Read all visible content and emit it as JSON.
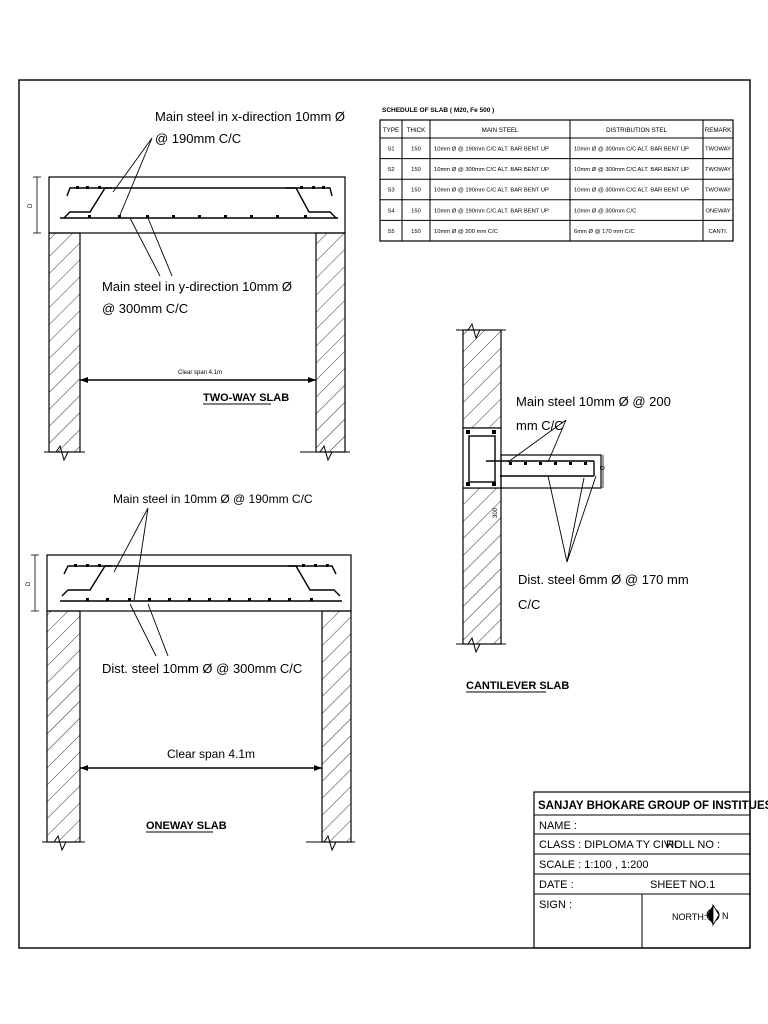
{
  "twoway": {
    "label_x_line1": "Main steel in x-direction 10mm Ø",
    "label_x_line2": "@ 190mm C/C",
    "label_y_line1": "Main steel in y-direction 10mm Ø",
    "label_y_line2": "@ 300mm C/C",
    "span": "Clear span 4.1m",
    "title": "TWO-WAY SLAB",
    "depth_mark": "D"
  },
  "oneway": {
    "label_main": "Main steel in 10mm Ø @ 190mm C/C",
    "label_dist": "Dist. steel 10mm Ø @ 300mm C/C",
    "span": "Clear span 4.1m",
    "title": "ONEWAY SLAB",
    "depth_mark": "D"
  },
  "cantilever": {
    "label_main_line1": "Main steel 10mm Ø @ 200",
    "label_main_line2": "mm C/C",
    "label_dist_line1": "Dist. steel 6mm Ø @ 170 mm",
    "label_dist_line2": "C/C",
    "title": "CANTILEVER SLAB",
    "depth_mark": "D",
    "wall_mark": "300"
  },
  "schedule": {
    "title": "SCHEDULE OF SLAB ( M20, Fe 500 )",
    "headers": [
      "TYPE",
      "THICK",
      "MAIN STEEL",
      "DISTRIBUTION STEL",
      "REMARK"
    ],
    "rows": [
      [
        "S1",
        "150",
        "10mm Ø @ 190mm C/C ALT. BAR BENT UP",
        "10mm Ø @ 300mm C/C ALT. BAR BENT UP",
        "TWOWAY"
      ],
      [
        "S2",
        "150",
        "10mm Ø @ 300mm C/C ALT. BAR BENT UP",
        "10mm Ø @ 300mm C/C ALT. BAR BENT UP",
        "TWOWAY"
      ],
      [
        "S3",
        "150",
        "10mm Ø @ 190mm C/C ALT. BAR BENT UP",
        "10mm Ø @ 300mm C/C ALT. BAR BENT UP",
        "TWOWAY"
      ],
      [
        "S4",
        "150",
        "10mm Ø @ 190mm C/C ALT. BAR BENT UP",
        "10mm Ø @ 300mm C/C",
        "ONEWAY"
      ],
      [
        "S5",
        "150",
        "10mm Ø @ 200 mm C/C",
        "6mm Ø @ 170 mm C/C",
        "CANTI."
      ]
    ]
  },
  "title_block": {
    "institute": "SANJAY BHOKARE GROUP OF INSTITUES, MIRAJ",
    "name": "NAME  :",
    "class": "CLASS : DIPLOMA TY CIVIL",
    "roll": "ROLL NO :",
    "scale": "SCALE : 1:100 , 1:200",
    "date": "DATE :",
    "sheet": "SHEET NO.1",
    "sign": "SIGN :",
    "north": "NORTH:",
    "north_mark": "N"
  }
}
